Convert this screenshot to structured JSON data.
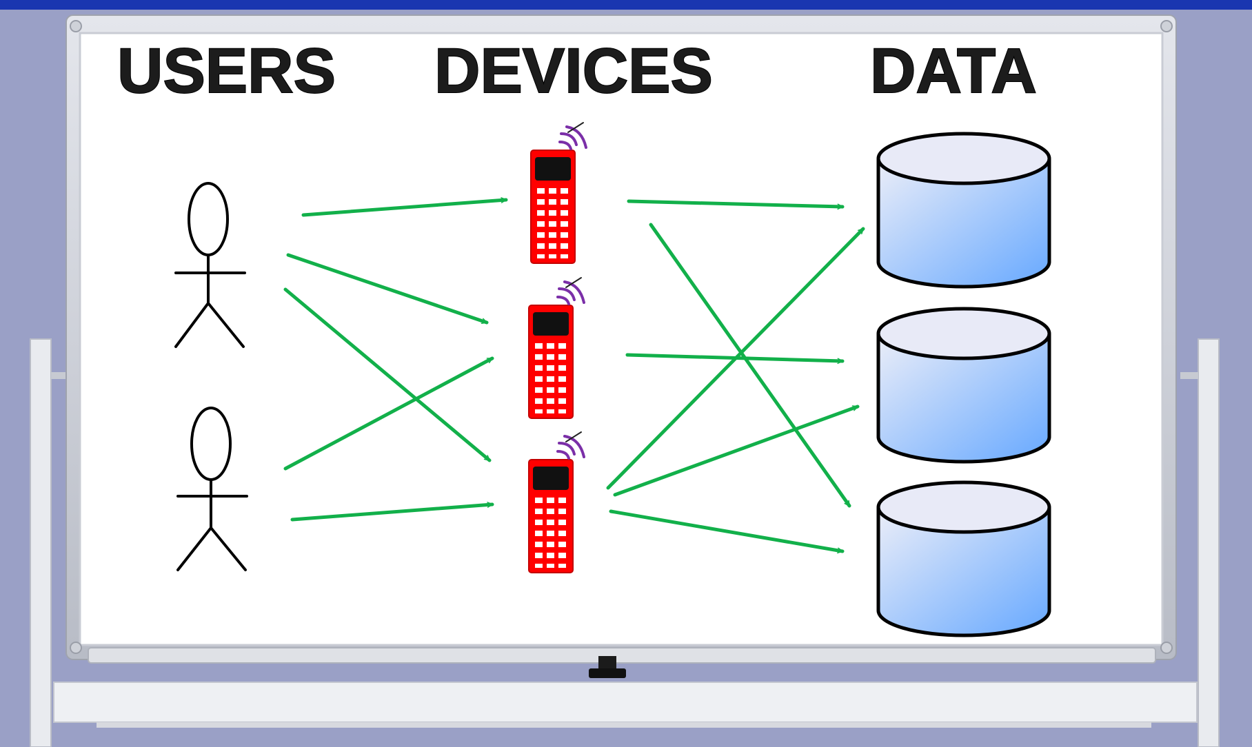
{
  "headings": {
    "users": "USERS",
    "devices": "DEVICES",
    "data": "DATA"
  },
  "diagram": {
    "users": [
      "user-1",
      "user-2"
    ],
    "devices": [
      "device-1",
      "device-2",
      "device-3"
    ],
    "data_stores": [
      "data-store-1",
      "data-store-2",
      "data-store-3"
    ],
    "connections": [
      {
        "from": "user-1",
        "to": "device-1"
      },
      {
        "from": "user-1",
        "to": "device-2"
      },
      {
        "from": "user-1",
        "to": "device-3"
      },
      {
        "from": "user-2",
        "to": "device-2"
      },
      {
        "from": "user-2",
        "to": "device-3"
      },
      {
        "from": "device-1",
        "to": "data-store-1"
      },
      {
        "from": "device-1",
        "to": "data-store-3"
      },
      {
        "from": "device-2",
        "to": "data-store-2"
      },
      {
        "from": "device-3",
        "to": "data-store-1"
      },
      {
        "from": "device-3",
        "to": "data-store-2"
      },
      {
        "from": "device-3",
        "to": "data-store-3"
      }
    ]
  },
  "colors": {
    "background": "#9aa0c6",
    "top_bar": "#1a36b0",
    "whiteboard": "#ffffff",
    "arrow": "#12b04a",
    "device_body": "#ff0000",
    "device_screen": "#111111",
    "antenna_waves": "#7b2fa8",
    "cylinder_light": "#eceef8",
    "cylinder_dark": "#66a8ff",
    "user_stroke": "#000000"
  },
  "icons": {
    "user": "stick-figure-icon",
    "device": "mobile-phone-icon",
    "data": "database-cylinder-icon"
  }
}
